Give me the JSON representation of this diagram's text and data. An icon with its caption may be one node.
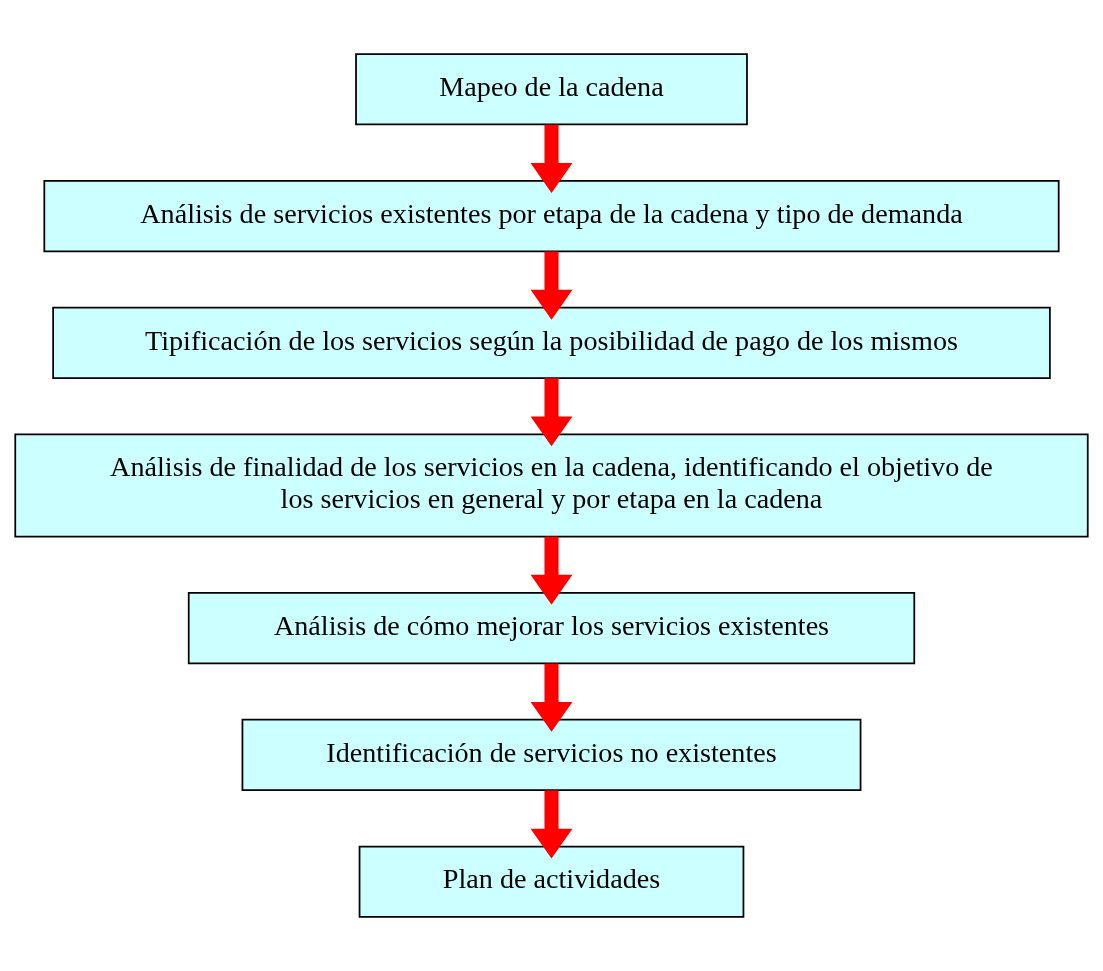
{
  "diagram": {
    "nodes": [
      {
        "text": [
          "Mapeo de la cadena"
        ]
      },
      {
        "text": [
          "Análisis de servicios existentes por etapa de la cadena y tipo de demanda"
        ]
      },
      {
        "text": [
          "Tipificación de los servicios según la posibilidad de pago de los mismos"
        ]
      },
      {
        "text": [
          "Análisis de finalidad de los servicios en la cadena, identificando el objetivo de los servicios en general y por etapa en la cadena"
        ]
      },
      {
        "text": [
          "Análisis de cómo mejorar los servicios existentes"
        ]
      },
      {
        "text": [
          "Identificación de servicios no existentes"
        ]
      },
      {
        "text": [
          "Plan de actividades"
        ]
      }
    ],
    "edges": [
      {
        "from": 0,
        "to": 1,
        "arrow": "to"
      },
      {
        "from": 1,
        "to": 2,
        "arrow": "to"
      },
      {
        "from": 2,
        "to": 3,
        "arrow": "to"
      },
      {
        "from": 3,
        "to": 4,
        "arrow": "to"
      },
      {
        "from": 4,
        "to": 5,
        "arrow": "to"
      },
      {
        "from": 5,
        "to": 6,
        "arrow": "to"
      }
    ]
  }
}
